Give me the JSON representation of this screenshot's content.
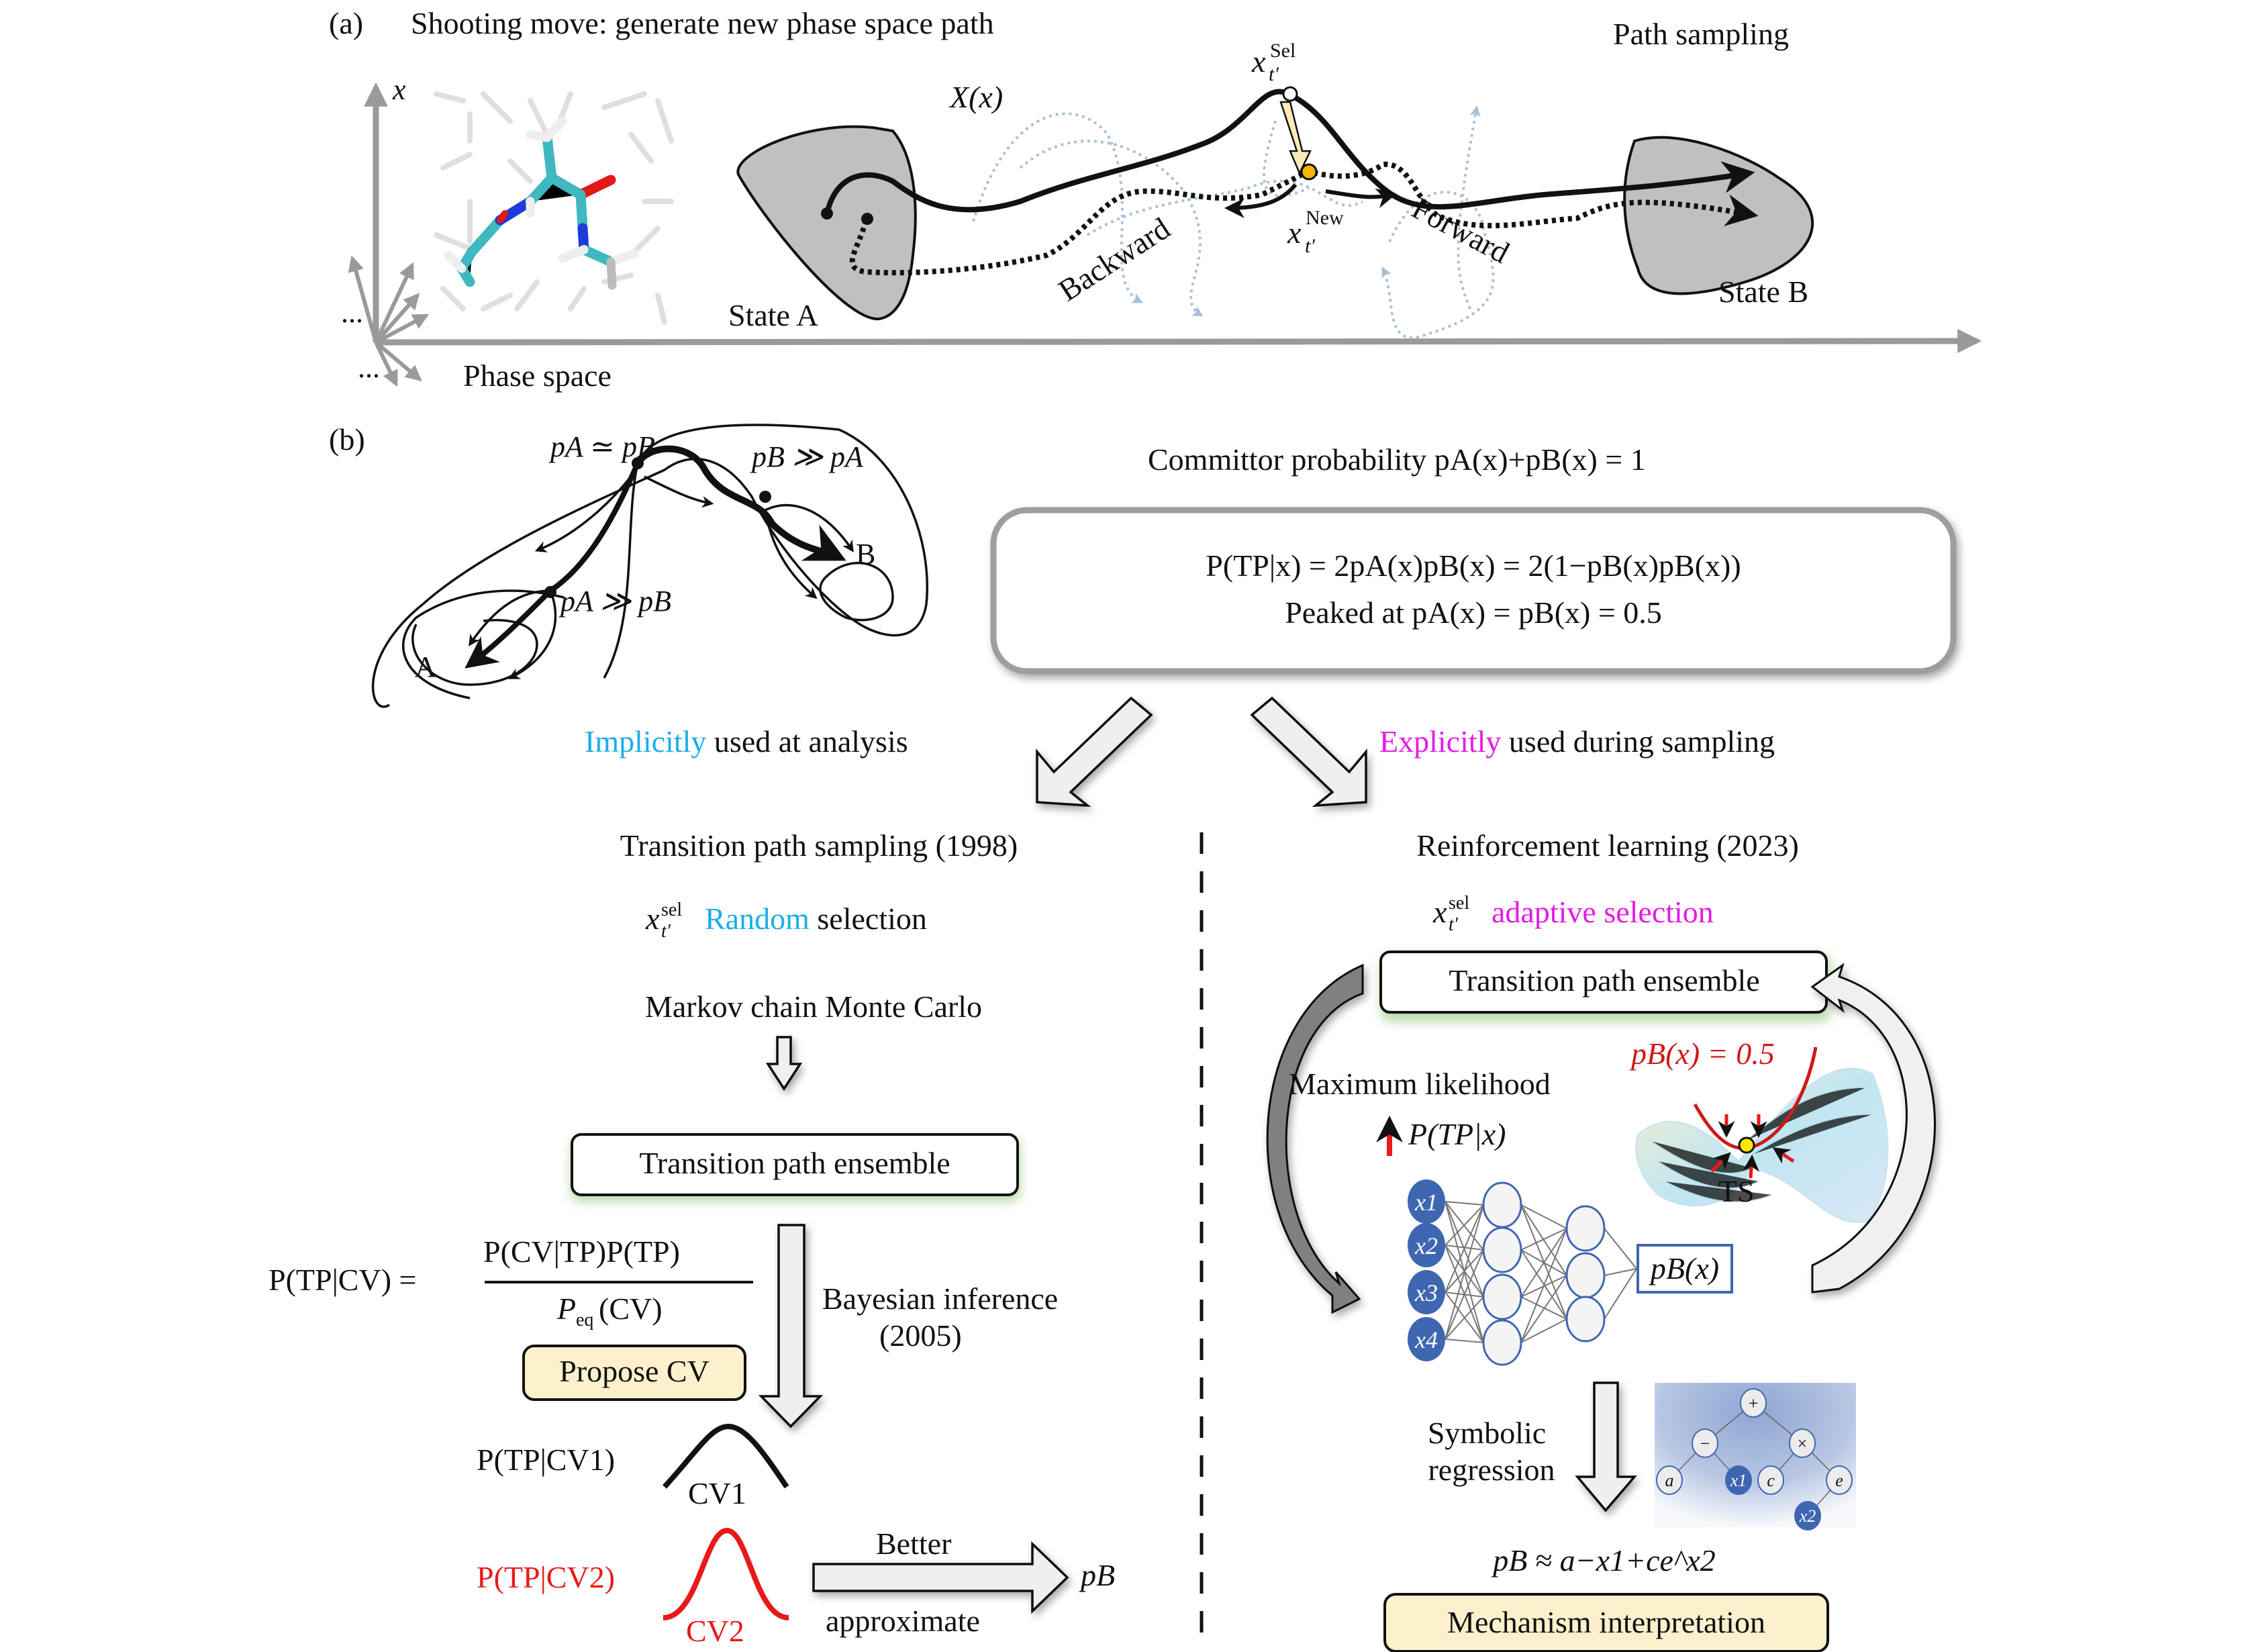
{
  "panel_a": {
    "label": "(a)",
    "title": "Shooting move: generate new phase space path",
    "right_title": "Path sampling",
    "axis_x_label": "x",
    "phase_space_label": "Phase space",
    "ellipsis": "...",
    "path_label": "X(x)",
    "state_a": "State A",
    "state_b": "State B",
    "sel_point": {
      "base": "x",
      "sub": "t′",
      "sup": "Sel"
    },
    "new_point": {
      "base": "x",
      "sub": "t′",
      "sup": "New"
    },
    "backward": "Backward",
    "forward": "Forward",
    "colors": {
      "state_fill": "#c0c0c0",
      "new_point": "#f5b400",
      "sel_arrow": "#fbebb4",
      "ghost_paths": "#aac0d6"
    }
  },
  "panel_b": {
    "label": "(b)",
    "landscape": {
      "equal": "pA ≃ pB",
      "b_dominant": "pB ≫ pA",
      "a_dominant": "pA ≫ pB",
      "basin_a": "A",
      "basin_b": "B"
    },
    "committor_title": "Committor probability pA(x)+pB(x) = 1",
    "box_line1": "P(TP|x) = 2pA(x)pB(x) = 2(1−pB(x)pB(x))",
    "box_line2": "Peaked at pA(x) = pB(x) = 0.5",
    "implicit": {
      "highlight": "Implicitly",
      "rest": " used at analysis",
      "color": "#1aaee8"
    },
    "explicit": {
      "highlight": "Explicitly",
      "rest": " used during sampling",
      "color": "#e619e6"
    }
  },
  "tps": {
    "title": "Transition path sampling (1998)",
    "selection": {
      "var": "x",
      "sub": "t′",
      "sup": "sel",
      "highlight": "Random",
      "rest": " selection"
    },
    "mcmc": "Markov chain Monte Carlo",
    "ensemble": "Transition path ensemble",
    "bayes_lhs": "P(TP|CV) =",
    "bayes_num": "P(CV|TP)P(TP)",
    "bayes_den": "P",
    "bayes_den_sub": "eq",
    "bayes_den_rest": "(CV)",
    "propose": "Propose CV",
    "bayes_label_1": "Bayesian inference",
    "bayes_label_2": "(2005)",
    "cv1_label": "P(TP|CV1)",
    "cv1": "CV1",
    "cv2_label": "P(TP|CV2)",
    "cv2": "CV2",
    "better": "Better",
    "approximate": "approximate",
    "pb": "pB",
    "cv2_color": "#e8191a"
  },
  "rl": {
    "title": "Reinforcement learning (2023)",
    "selection": {
      "var": "x",
      "sub": "t′",
      "sup": "sel",
      "highlight": "adaptive selection"
    },
    "ensemble": "Transition path ensemble",
    "max_likelihood": "Maximum likelihood",
    "ptp": "P(TP|x)",
    "pb_half": "pB(x) = 0.5",
    "ts": "TS",
    "inputs": [
      "x1",
      "x2",
      "x3",
      "x4"
    ],
    "output": "pB(x)",
    "symbolic_1": "Symbolic",
    "symbolic_2": "regression",
    "tree_nodes": [
      "+",
      "−",
      "×",
      "a",
      "x1",
      "c",
      "e",
      "x2"
    ],
    "formula": "pB ≈ a−x1+ce^x2",
    "mechanism": "Mechanism interpretation",
    "nn_color": "#3f67b1"
  }
}
